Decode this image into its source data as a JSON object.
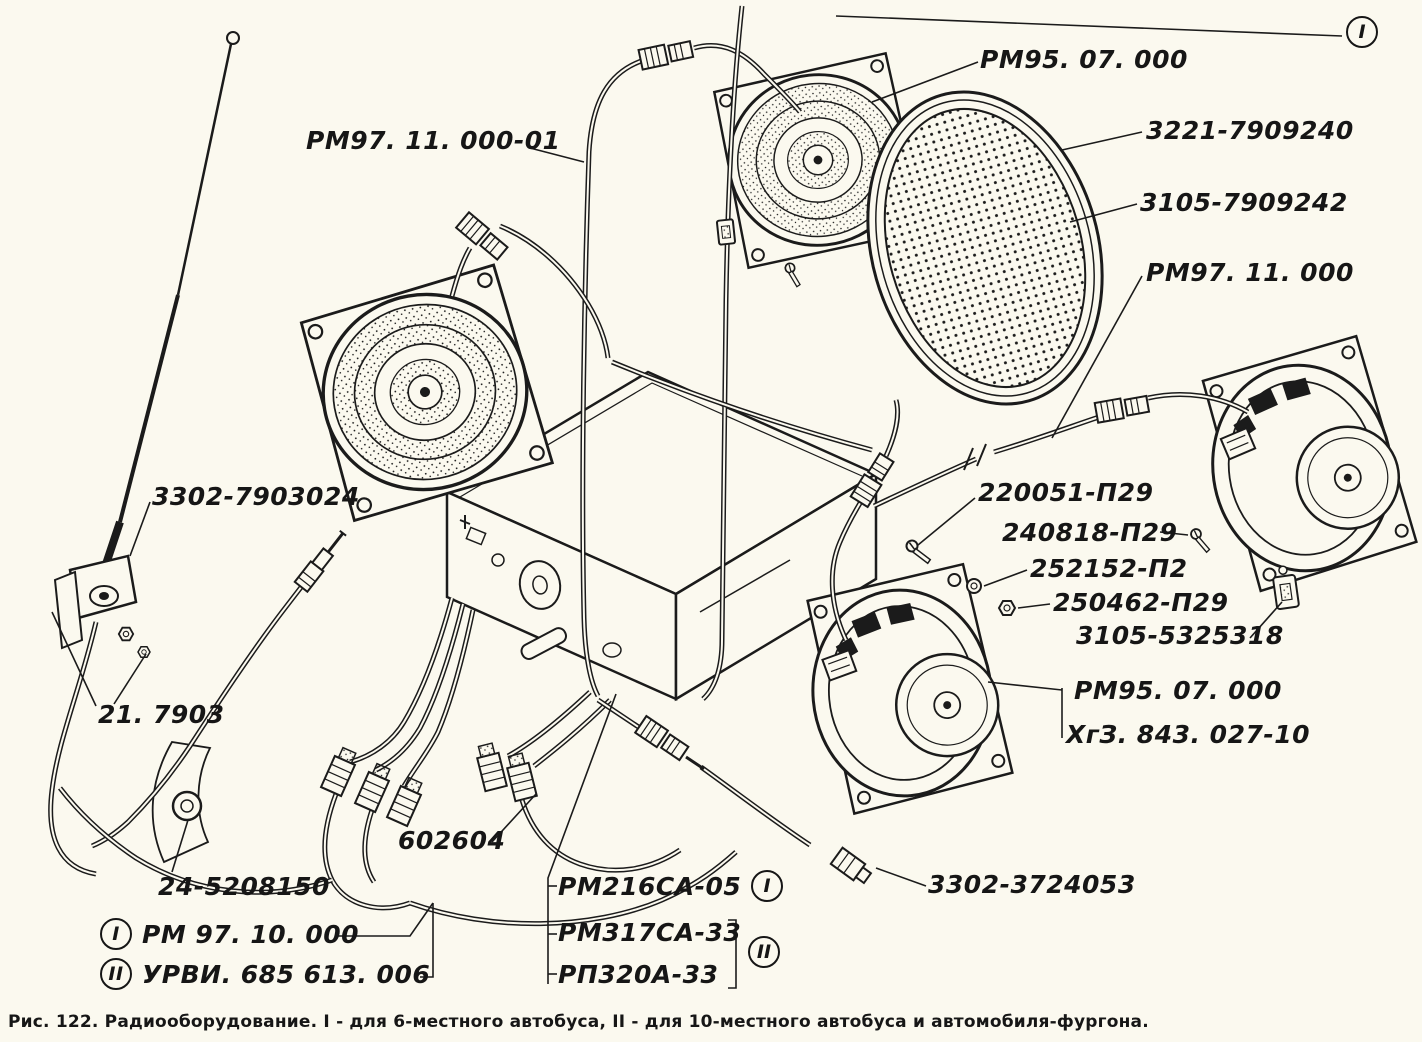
{
  "colors": {
    "paper": "#fbf9ef",
    "ink": "#1b1b1b"
  },
  "caption": "Рис. 122. Радиооборудование. I - для 6-местного автобуса, II - для 10-местного автобуса и автомобиля-фургона.",
  "labels": {
    "speaker_top": "РМ95. 07. 000",
    "grille_ring": "3221-7909240",
    "grille_mesh": "3105-7909242",
    "harness_01": "РМ97. 11. 000-01",
    "harness": "РМ97. 11. 000",
    "antenna": "3302-7903024",
    "antenna_set": "21. 7903",
    "screw_a": "220051-П29",
    "screw_b": "240818-П29",
    "washer": "252152-П2",
    "nut": "250462-П29",
    "bracket": "3105-5325318",
    "speaker_bottom": "РМ95. 07. 000",
    "speaker_alt": "ХгЗ. 843. 027-10",
    "plug": "602604",
    "grommet": "24-5208150",
    "radio_set_1": "РМ 97. 10. 000",
    "radio_set_2": "УРВИ. 685 613. 006",
    "radio_1": "РМ216СА-05",
    "radio_2": "РМ317СА-33",
    "radio_3": "РП320А-33",
    "connector": "3302-3724053"
  },
  "badges": {
    "corner": "I",
    "set1": "I",
    "set2": "II",
    "radio1": "I",
    "radio23": "II"
  }
}
